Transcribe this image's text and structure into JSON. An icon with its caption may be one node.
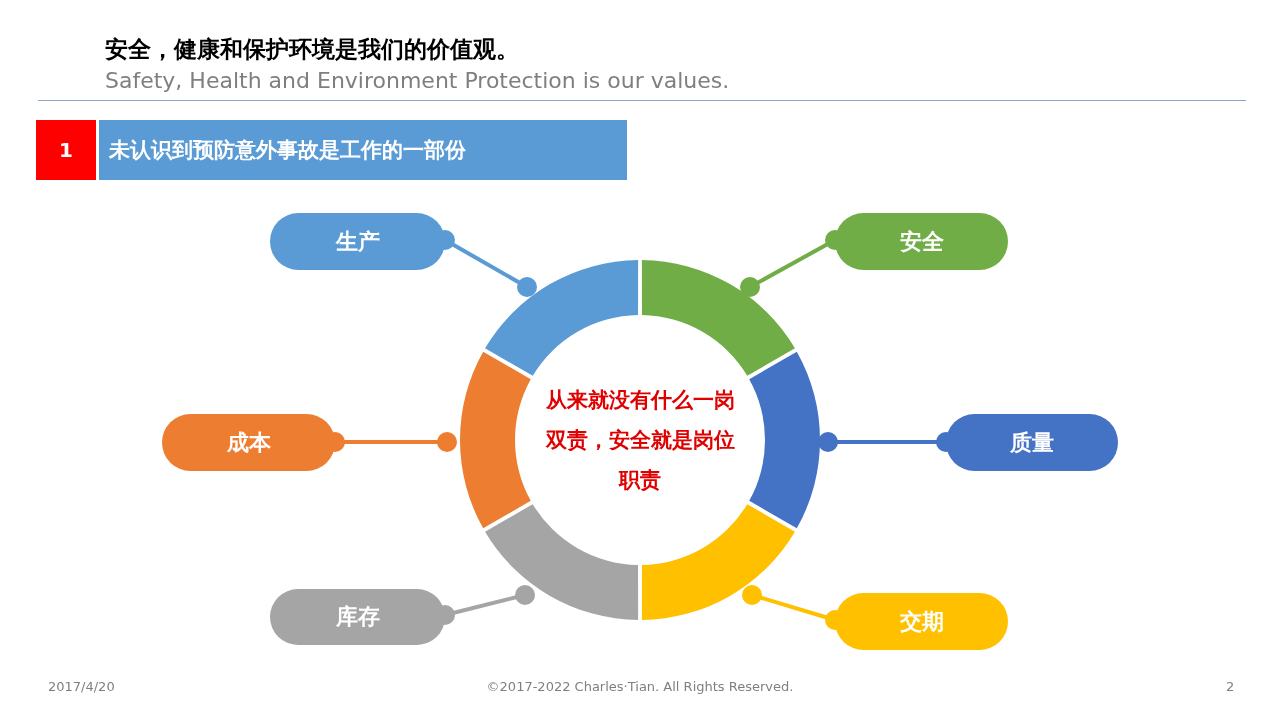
{
  "diagram": {
    "title": "安全，健康和保护环境是我们的价值观。",
    "nodes": [
      {
        "text": [
          "1"
        ]
      },
      {
        "text": [
          "未认识到预防意外事故是工作的一部份"
        ]
      },
      {
        "text": [
          "从来就没有什么一岗双责，安全就是岗位职责"
        ]
      },
      {
        "text": [],
        "shape": "arc"
      },
      {
        "text": [],
        "shape": "arc"
      },
      {
        "text": [],
        "shape": "arc"
      },
      {
        "text": [],
        "shape": "arc"
      },
      {
        "text": [],
        "shape": "arc"
      },
      {
        "text": [],
        "shape": "arc"
      },
      {
        "text": [
          "生产"
        ]
      },
      {
        "text": [
          "安全"
        ]
      },
      {
        "text": [
          "成本"
        ]
      },
      {
        "text": [
          "质量"
        ]
      },
      {
        "text": [
          "库存"
        ]
      },
      {
        "text": [
          "交期"
        ]
      }
    ],
    "edges": [
      {
        "from": 9,
        "to": 3,
        "arrow": "other",
        "color": "#5b9bd5"
      },
      {
        "from": 10,
        "to": 4,
        "arrow": "other",
        "color": "#70ad47"
      },
      {
        "from": 11,
        "to": 5,
        "arrow": "other",
        "color": "#ed7d31"
      },
      {
        "from": 12,
        "to": 6,
        "arrow": "other",
        "color": "#4472c4"
      },
      {
        "from": 13,
        "to": 7,
        "arrow": "other",
        "color": "#a5a5a5"
      },
      {
        "from": 14,
        "to": 8,
        "arrow": "other",
        "color": "#ffc000"
      }
    ],
    "labels": [
      "Safety, Health and Environment Protection is our values.",
      "2017/4/20",
      "©2017-2022 Charles·Tian. All Rights Reserved.",
      "2"
    ]
  }
}
